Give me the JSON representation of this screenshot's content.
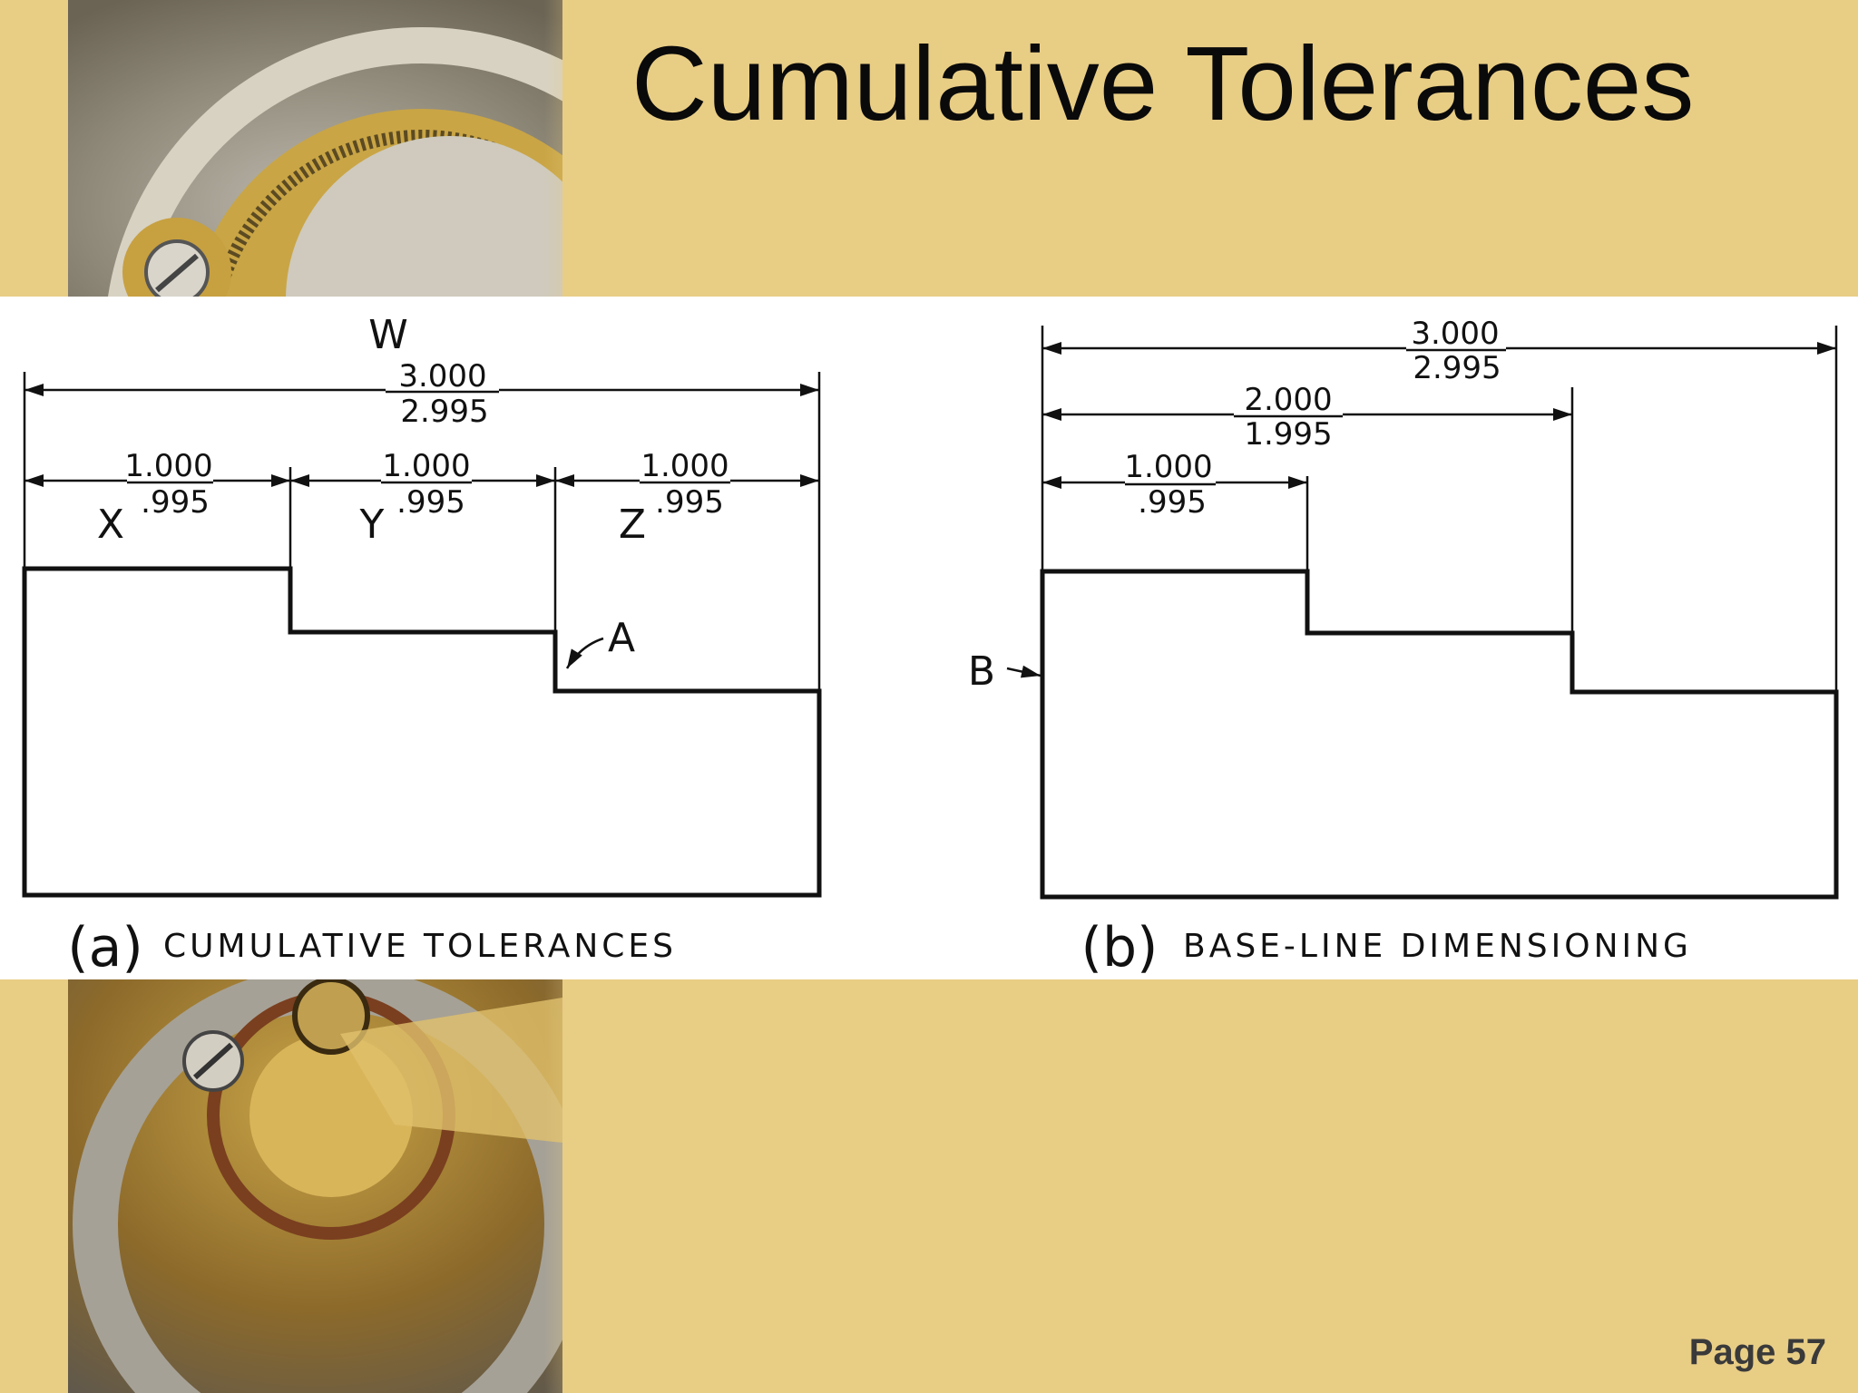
{
  "slide": {
    "title": "Cumulative Tolerances",
    "page_label": "Page 57"
  },
  "figure_a": {
    "overall_upper": "3.000",
    "overall_lower": "2.995",
    "overall_label": "W",
    "segments": [
      {
        "upper": "1.000",
        "lower": ".995",
        "label": "X"
      },
      {
        "upper": "1.000",
        "lower": ".995",
        "label": "Y"
      },
      {
        "upper": "1.000",
        "lower": ".995",
        "label": "Z"
      }
    ],
    "point_label": "A",
    "caption_letter": "(a)",
    "caption_text": "CUMULATIVE TOLERANCES"
  },
  "figure_b": {
    "dims": [
      {
        "upper": "3.000",
        "lower": "2.995"
      },
      {
        "upper": "2.000",
        "lower": "1.995"
      },
      {
        "upper": "1.000",
        "lower": ".995"
      }
    ],
    "point_label": "B",
    "caption_letter": "(b)",
    "caption_text": "BASE-LINE DIMENSIONING"
  },
  "colors": {
    "background": "#e8cd85",
    "figure_band": "#ffffff",
    "ink": "#111111"
  },
  "icons": {
    "background_photo": "pocket-watch-mechanism-photo"
  }
}
